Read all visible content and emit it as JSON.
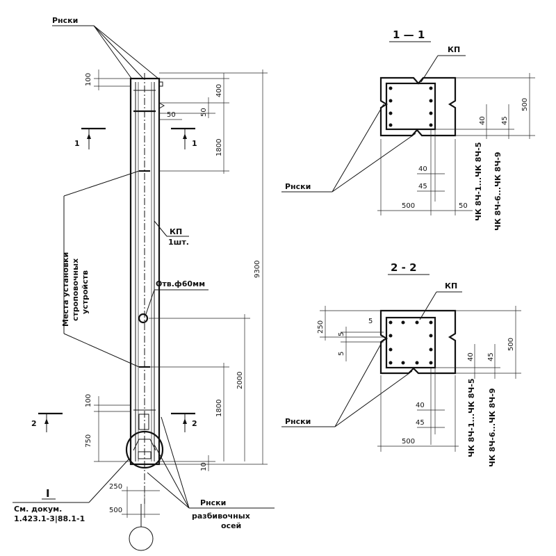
{
  "column": {
    "label_riski_top": "Рнски",
    "label_places": [
      "Места установки",
      "строповочных",
      "устройств"
    ],
    "label_kp": "КП",
    "label_kp_count": "1шт.",
    "label_hole": "Отв.ф60мм",
    "label_riski_bottom": "Рнски",
    "label_axes": [
      "разбивочных",
      "осей"
    ],
    "label_ref_numeral": "I",
    "label_ref_doc": [
      "См. докум.",
      "1.423.1-3|88.1-1"
    ],
    "section_mark_1": "1",
    "section_mark_2": "2",
    "dims": {
      "d100_top": "100",
      "d400": "400",
      "d50_a": "50",
      "d50_b": "50",
      "d1800_top": "1800",
      "d9300": "9300",
      "d2000": "2000",
      "d1800_bot": "1800",
      "d100_bot": "100",
      "d750": "750",
      "d10": "10",
      "d250": "250",
      "d500": "500"
    }
  },
  "section_1": {
    "title": "1 — 1",
    "kp": "КП",
    "riski": "Рнски",
    "d500_right": "500",
    "d40": "40",
    "d45": "45",
    "d40_b": "40",
    "d45_b": "45",
    "d500_bottom": "500",
    "d50": "50",
    "marks_a": "ЧК 8Ч-1...ЧК 8Ч-5",
    "marks_b": "ЧК 8Ч-6...ЧК 8Ч-9"
  },
  "section_2": {
    "title": "2 - 2",
    "kp": "КП",
    "riski": "Рнски",
    "d250": "250",
    "d5_a": "5",
    "d5_b": "5",
    "d5_c": "5",
    "d500_right": "500",
    "d40": "40",
    "d45": "45",
    "d40_b": "40",
    "d45_b": "45",
    "d500_bottom": "500",
    "marks_a": "ЧК 8Ч-1...ЧК 8Ч-5",
    "marks_b": "ЧК 8Ч-6...ЧК 8Ч-9"
  }
}
